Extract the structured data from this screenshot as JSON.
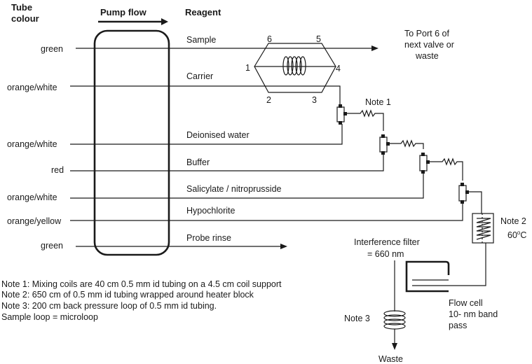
{
  "headers": {
    "tube_colour_line1": "Tube",
    "tube_colour_line2": "colour",
    "pump_flow": "Pump flow",
    "reagent": "Reagent"
  },
  "tube_colours": [
    "green",
    "orange/white",
    "orange/white",
    "red",
    "orange/white",
    "orange/yellow",
    "green"
  ],
  "reagents": [
    "Sample",
    "Carrier",
    "Deionised water",
    "Buffer",
    "Salicylate / nitroprusside",
    "Hypochlorite",
    "Probe rinse"
  ],
  "valve_ports": [
    "1",
    "2",
    "3",
    "4",
    "5",
    "6"
  ],
  "destination": {
    "line1": "To Port 6 of",
    "line2": "next valve or",
    "line3": "waste"
  },
  "note1_label": "Note 1",
  "heater": {
    "note2": "Note 2",
    "temp_prefix": "60",
    "temp_sup": "o",
    "temp_suffix": "C"
  },
  "filter": {
    "line1": "Interference filter",
    "line2": "= 660 nm"
  },
  "flow_cell": {
    "line1": "Flow cell",
    "line2": "10- nm band",
    "line3": "pass"
  },
  "note3_label": "Note 3",
  "waste_label": "Waste",
  "footnotes": [
    "Note 1:  Mixing coils are 40 cm 0.5 mm id tubing on a 4.5 cm coil support",
    "Note 2:  650 cm of 0.5 mm id tubing wrapped around heater block",
    "Note 3:  200 cm back pressure loop of 0.5 mm id tubing.",
    "Sample loop = microloop"
  ]
}
